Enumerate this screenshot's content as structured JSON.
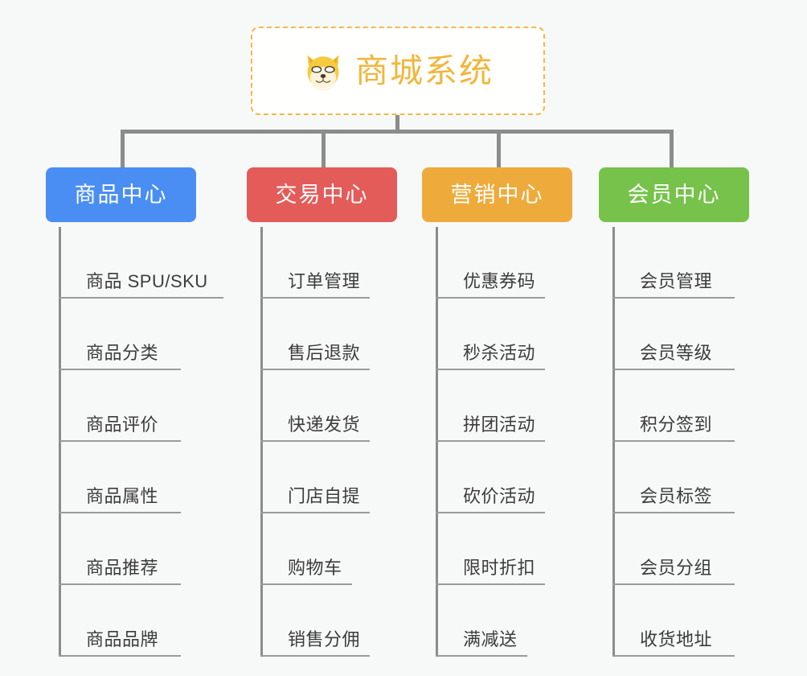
{
  "root": {
    "title": "商城系统",
    "icon": "dog-face-emoji",
    "border_color": "#f4b942",
    "text_color": "#f2b63c"
  },
  "connector_color": "#8c8c8c",
  "canvas": {
    "background": "#f7f8f8"
  },
  "columns": [
    {
      "id": "product-center",
      "label": "商品中心",
      "color": "#4a8ef4",
      "items": [
        "商品 SPU/SKU",
        "商品分类",
        "商品评价",
        "商品属性",
        "商品推荐",
        "商品品牌"
      ]
    },
    {
      "id": "trade-center",
      "label": "交易中心",
      "color": "#e45c59",
      "items": [
        "订单管理",
        "售后退款",
        "快递发货",
        "门店自提",
        "购物车",
        "销售分佣"
      ]
    },
    {
      "id": "marketing-center",
      "label": "营销中心",
      "color": "#eeab3b",
      "items": [
        "优惠券码",
        "秒杀活动",
        "拼团活动",
        "砍价活动",
        "限时折扣",
        "满减送"
      ]
    },
    {
      "id": "member-center",
      "label": "会员中心",
      "color": "#76c24a",
      "items": [
        "会员管理",
        "会员等级",
        "积分签到",
        "会员标签",
        "会员分组",
        "收货地址"
      ]
    }
  ]
}
